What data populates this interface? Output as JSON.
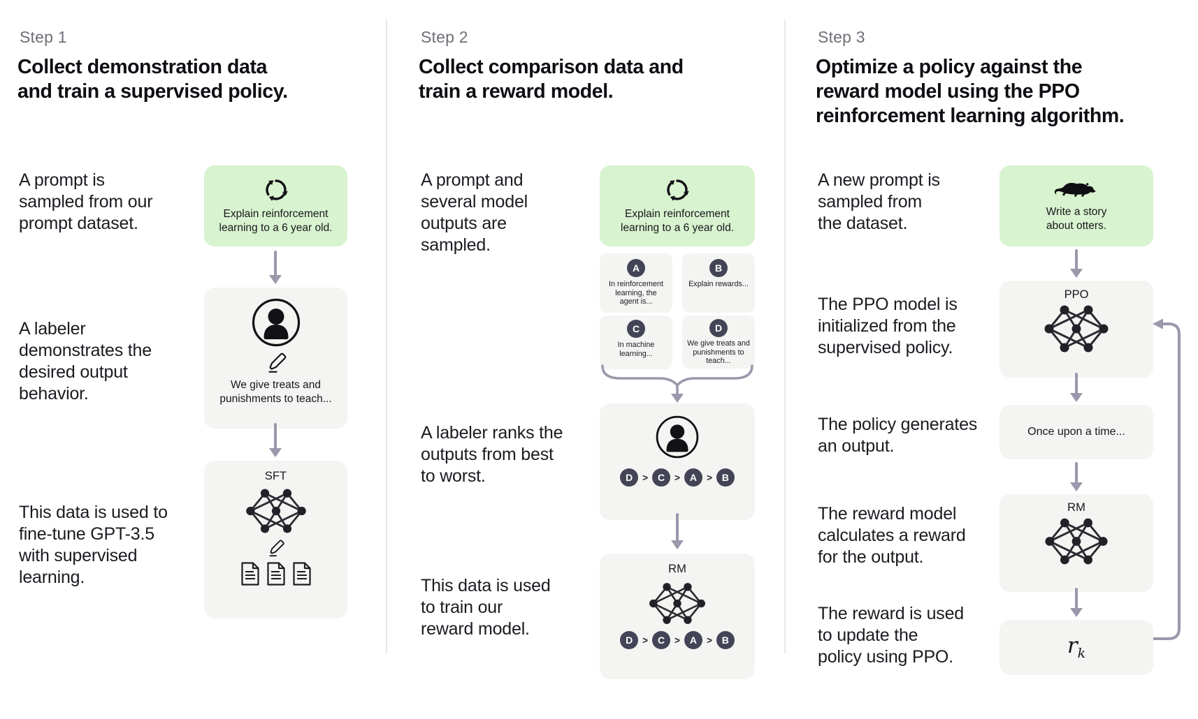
{
  "colors": {
    "prompt_box_green": "#d8f3cf",
    "node_box_gray": "#f4f4f2",
    "badge_dark": "#434556",
    "arrow_gray": "#9a98ab",
    "step_label_gray": "#6f6f78",
    "text_dark": "#16161b"
  },
  "step1": {
    "label": "Step 1",
    "title": "Collect demonstration data\nand train a supervised policy.",
    "row1": "A prompt is\nsampled from our\nprompt dataset.",
    "prompt_box": "Explain reinforcement\nlearning to a 6 year old.",
    "row2": "A labeler\ndemonstrates the\ndesired output\nbehavior.",
    "labeler_note": "We give treats and\npunishments to teach...",
    "row3": "This data is used to\nfine-tune GPT-3.5\nwith supervised\nlearning.",
    "model_label": "SFT"
  },
  "step2": {
    "label": "Step 2",
    "title": "Collect comparison data and\ntrain a reward model.",
    "row1": "A prompt and\nseveral model\noutputs are\nsampled.",
    "prompt_box": "Explain reinforcement\nlearning to a 6 year old.",
    "outputs": [
      {
        "id": "A",
        "text": "In reinforcement\nlearning, the\nagent is..."
      },
      {
        "id": "B",
        "text": "Explain rewards..."
      },
      {
        "id": "C",
        "text": "In machine\nlearning..."
      },
      {
        "id": "D",
        "text": "We give treats and\npunishments to\nteach..."
      }
    ],
    "row2": "A labeler ranks the\noutputs from best\nto worst.",
    "ranking": {
      "order": [
        "D",
        "C",
        "A",
        "B"
      ],
      "separator": ">"
    },
    "row3": "This data is used\nto train our\nreward model.",
    "model_label": "RM"
  },
  "step3": {
    "label": "Step 3",
    "title": "Optimize a policy against the\nreward model using the PPO\nreinforcement learning algorithm.",
    "row1": "A new prompt is\nsampled from\nthe dataset.",
    "prompt_box": "Write a story\nabout otters.",
    "row2": "The PPO model is\ninitialized from the\nsupervised policy.",
    "ppo_label": "PPO",
    "row3": "The policy generates\nan output.",
    "output_box": "Once upon a time...",
    "row4": "The reward model\ncalculates a reward\nfor the output.",
    "rm_label": "RM",
    "row5": "The reward is used\nto update the\npolicy using PPO.",
    "reward_symbol": {
      "base": "r",
      "subscript": "k"
    }
  }
}
